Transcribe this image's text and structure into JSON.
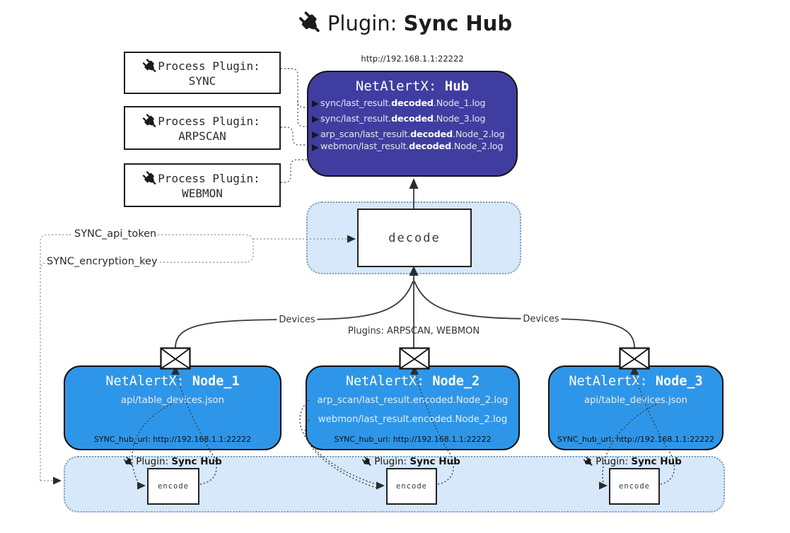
{
  "title": {
    "prefix": "Plugin:",
    "bold": "Sync Hub"
  },
  "hub": {
    "url_above": "http://192.168.1.1:22222",
    "title_prefix": "NetAlertX:",
    "title_name": "Hub",
    "lines": [
      {
        "prefix": "sync/last_result.",
        "bold": "decoded",
        "suffix": ".Node_1.log"
      },
      {
        "prefix": "sync/last_result.",
        "bold": "decoded",
        "suffix": ".Node_3.log"
      },
      {
        "prefix": "arp_scan/last_result.",
        "bold": "decoded",
        "suffix": ".Node_2.log"
      },
      {
        "prefix": "webmon/last_result.",
        "bold": "decoded",
        "suffix": ".Node_2.log"
      }
    ]
  },
  "process_plugins": [
    {
      "label": "Process Plugin:",
      "name": "SYNC"
    },
    {
      "label": "Process Plugin:",
      "name": "ARPSCAN"
    },
    {
      "label": "Process Plugin:",
      "name": "WEBMON"
    }
  ],
  "decode_label": "decode",
  "tokens": {
    "api_token": "SYNC_api_token",
    "encryption_key": "SYNC_encryption_key"
  },
  "edge_labels": {
    "devices_left": "Devices",
    "devices_right": "Devices",
    "plugins_mid": "Plugins: ARPSCAN, WEBMON"
  },
  "nodes": [
    {
      "title_prefix": "NetAlertX:",
      "name": "Node_1",
      "lines": [
        "api/table_devices.json"
      ],
      "footer": "SYNC_hub_url: http://192.168.1.1:22222"
    },
    {
      "title_prefix": "NetAlertX:",
      "name": "Node_2",
      "lines": [
        "arp_scan/last_result.encoded.Node_2.log",
        "webmon/last_result.encoded.Node_2.log"
      ],
      "footer": "SYNC_hub_url: http://192.168.1.1:22222"
    },
    {
      "title_prefix": "NetAlertX:",
      "name": "Node_3",
      "lines": [
        "api/table_devices.json"
      ],
      "footer": "SYNC_hub_url: http://192.168.1.1:22222"
    }
  ],
  "sync_band": {
    "plugin_label_prefix": "Plugin:",
    "plugin_label_bold": "Sync Hub",
    "encode_label": "encode"
  },
  "colors": {
    "hub_bg": "#3f3ea0",
    "node_bg": "#2e96e8",
    "panel_bg": "#d6e8f9",
    "panel_border": "#7d9cba",
    "line": "#3a3a3a"
  }
}
